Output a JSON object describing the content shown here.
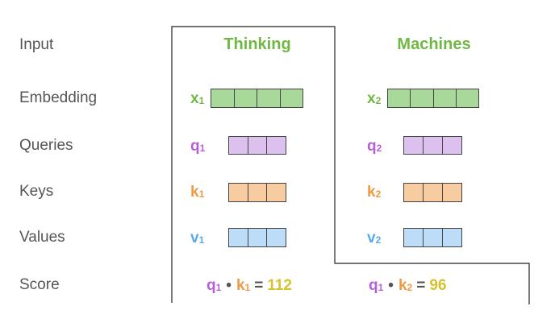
{
  "colors": {
    "input": "#70b843",
    "embedding_fill": "#a9d99a",
    "query": "#b75fd6",
    "query_fill": "#dcc1ee",
    "key": "#ef9a42",
    "key_fill": "#f8cca1",
    "value": "#5aa9e8",
    "value_fill": "#bcdcf7",
    "score": "#d6c22e",
    "label": "#555555"
  },
  "row_labels": {
    "input": "Input",
    "embedding": "Embedding",
    "queries": "Queries",
    "keys": "Keys",
    "values": "Values",
    "score": "Score"
  },
  "words": {
    "word1": "Thinking",
    "word2": "Machines"
  },
  "vars": {
    "x1": {
      "base": "x",
      "sub": "1"
    },
    "x2": {
      "base": "x",
      "sub": "2"
    },
    "q1": {
      "base": "q",
      "sub": "1"
    },
    "q2": {
      "base": "q",
      "sub": "2"
    },
    "k1": {
      "base": "k",
      "sub": "1"
    },
    "k2": {
      "base": "k",
      "sub": "2"
    },
    "v1": {
      "base": "v",
      "sub": "1"
    },
    "v2": {
      "base": "v",
      "sub": "2"
    }
  },
  "scores": {
    "score1": {
      "q_base": "q",
      "q_sub": "1",
      "dot": "•",
      "k_base": "k",
      "k_sub": "1",
      "eq": "=",
      "value": "112"
    },
    "score2": {
      "q_base": "q",
      "q_sub": "1",
      "dot": "•",
      "k_base": "k",
      "k_sub": "2",
      "eq": "=",
      "value": "96"
    }
  }
}
